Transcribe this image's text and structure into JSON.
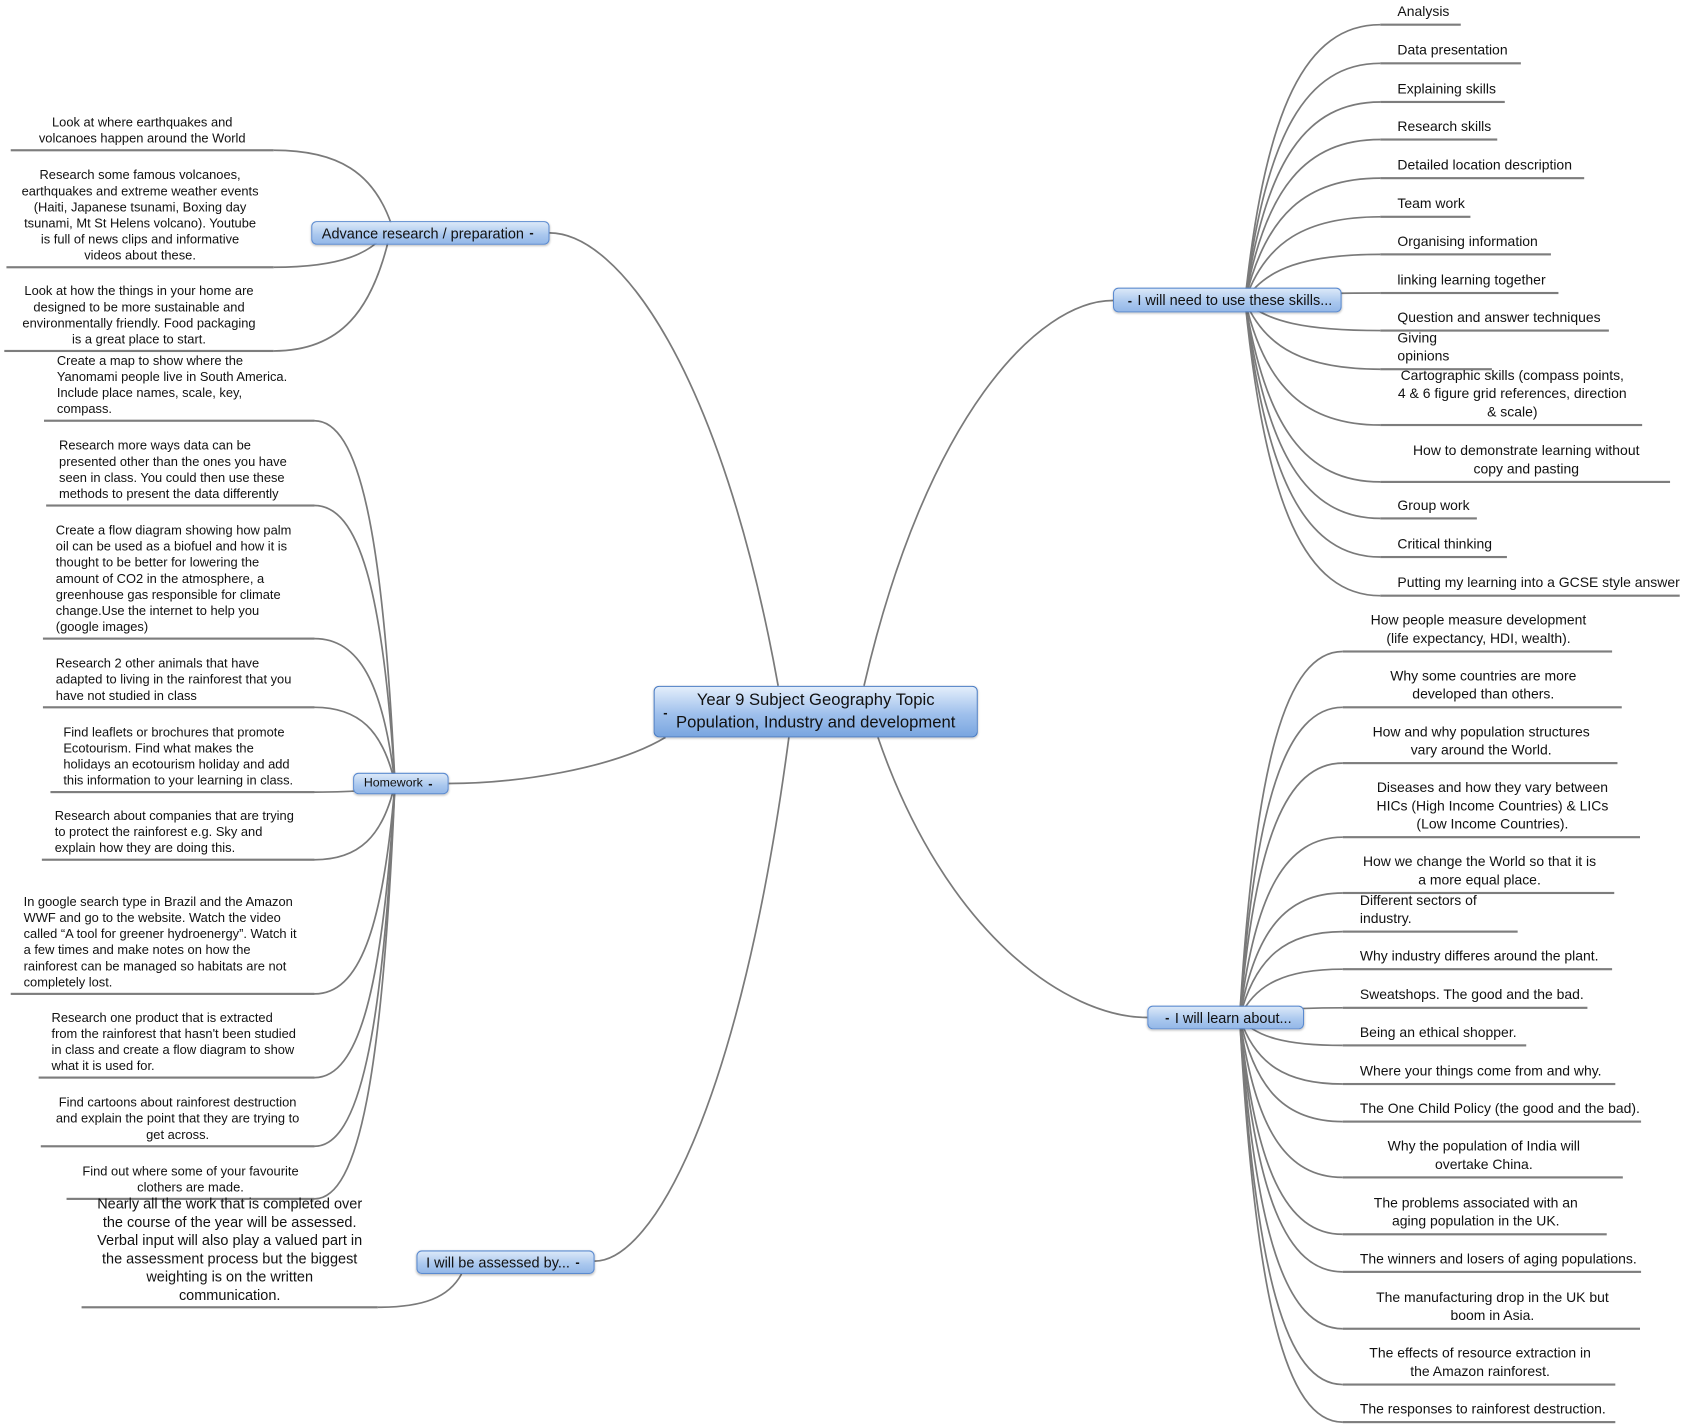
{
  "central": {
    "line1": "Year 9   Subject Geography   Topic",
    "line2": "Population, Industry and development",
    "toggle": "-"
  },
  "branches": {
    "advance": {
      "label": "Advance research / preparation",
      "toggle": "-",
      "items": [
        "Look at where earthquakes and volcanoes happen around the World",
        "Research some famous volcanoes, earthquakes and extreme weather events (Haiti, Japanese tsunami, Boxing day tsunami, Mt St Helens volcano). Youtube is full of news clips and informative videos about these.",
        "Look at how the things in your home are designed to be more sustainable and environmentally friendly. Food packaging is a great place to start."
      ]
    },
    "homework": {
      "label": "Homework",
      "toggle": "-",
      "items": [
        "Create a map to show where the Yanomami people live in South America.  Include place names, scale, key, compass.",
        "Research more ways data can be presented other than the ones you have seen in class.  You could then use these methods to present the data differently",
        "Create a flow diagram showing how palm oil can be used as a biofuel and how it is thought to be better for lowering the amount of CO2 in the atmosphere, a greenhouse gas responsible for climate change.Use the internet to help you (google images)",
        "Research 2 other animals that have adapted to living in the rainforest that you have not studied in class",
        "Find leaflets or brochures that promote Ecotourism.  Find what makes the holidays an ecotourism holiday and add this information to your learning in class.",
        "Research about companies that are trying to protect the rainforest e.g. Sky and explain how they are doing this.",
        "In google search type in Brazil and the Amazon WWF and go to the website.  Watch the video called “A tool for greener hydroenergy”.  Watch it a few times and make notes on how the rainforest can be managed so habitats are not completely lost.",
        "Research one product that is extracted from the rainforest that hasn't been studied in class and create a flow diagram to show what it is used for.",
        "Find cartoons about rainforest destruction and explain the point that they are trying to get across.",
        "Find out where some of your favourite clothers are made."
      ]
    },
    "assessed": {
      "label": "I will be assessed by...",
      "toggle": "-",
      "items": [
        "Nearly all the work that is completed over the course of the year will be assessed. Verbal input will also play a valued part in the assessment process but the biggest weighting is on the written communication."
      ]
    },
    "skills": {
      "label": "I will need to use these skills...",
      "toggle": "-",
      "items": [
        "Analysis",
        "Data presentation",
        "Explaining skills",
        "Research skills",
        "Detailed location description",
        "Team work",
        "Organising information",
        "linking learning together",
        "Question and answer techniques",
        "Giving opinions",
        "Cartographic skills (compass points, 4 & 6 figure grid references, direction & scale)",
        "How to demonstrate learning without copy and pasting",
        "Group work",
        "Critical thinking",
        "Putting my learning into a GCSE style answer"
      ]
    },
    "learn": {
      "label": "I will learn about...",
      "toggle": "-",
      "items": [
        "How people measure development (life expectancy, HDI, wealth).",
        "Why some countries are more developed than others.",
        "How and why population structures vary around the World.",
        "Diseases and how they vary between HICs (High Income Countries) & LICs (Low Income Countries).",
        "How we change the World so that it is a more equal place.",
        "Different sectors of industry.",
        "Why industry differes around the plant.",
        "Sweatshops. The good and the bad.",
        "Being an ethical shopper.",
        "Where your things come from and why.",
        "The One Child Policy (the good and the bad).",
        "Why the population of India will overtake China.",
        "The problems associated with an aging population in the UK.",
        "The winners and losers of aging populations.",
        "The manufacturing drop in the UK but boom in Asia.",
        "The effects of resource extraction in the Amazon rainforest.",
        "The responses to rainforest destruction."
      ]
    }
  },
  "colors": {
    "link": "#7a7a7a",
    "hub_border": "#5a8ad0",
    "hub_fill": "#a9c7ee"
  }
}
